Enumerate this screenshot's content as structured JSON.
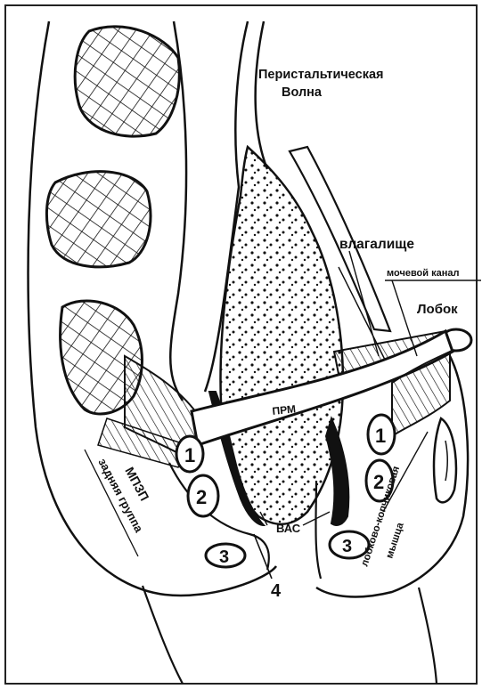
{
  "labels": {
    "peristaltic_1": "Перистальтическая",
    "peristaltic_2": "Волна",
    "vagina": "влагалище",
    "urethra": "мочевой канал",
    "pubis": "Лобок",
    "prm": "ПРМ",
    "vas": "ВАС",
    "num4": "4",
    "mpzp": "МПЗП",
    "posterior_group": "задняя группа",
    "pubococcygeal": "лобково-копчиковая",
    "muscle": "мышца",
    "r1": "1",
    "r2": "2",
    "r3": "3",
    "l1": "1",
    "l2": "2",
    "l3": "3"
  },
  "colors": {
    "ink": "#111111",
    "paper": "#ffffff",
    "frame": "#222222"
  }
}
